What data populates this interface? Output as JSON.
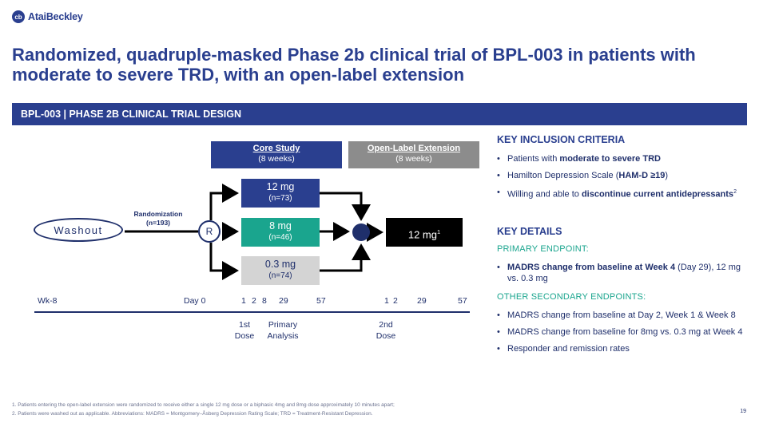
{
  "logo": {
    "mark": "cb",
    "name": "AtaiBeckley"
  },
  "title": "Randomized, quadruple-masked Phase 2b clinical trial of BPL-003 in patients with moderate to severe TRD, with an open-label extension",
  "banner": "BPL-003 | PHASE 2B CLINICAL TRIAL DESIGN",
  "diagram": {
    "core_study": {
      "title": "Core Study",
      "duration": "(8 weeks)"
    },
    "ole": {
      "title": "Open-Label Extension",
      "duration": "(8 weeks)"
    },
    "washout": "Washout",
    "randomization": {
      "label": "Randomization",
      "n": "(n=193)",
      "node": "R"
    },
    "arms": [
      {
        "dose": "12 mg",
        "n": "(n=73)"
      },
      {
        "dose": "8 mg",
        "n": "(n=46)"
      },
      {
        "dose": "0.3 mg",
        "n": "(n=74)"
      }
    ],
    "ole_dose": "12 mg",
    "ole_dose_footnote": "1",
    "timeline": {
      "wk": "Wk-8",
      "day0": "Day 0",
      "core": [
        "1",
        "2",
        "8",
        "29",
        "57"
      ],
      "ole": [
        "1",
        "2",
        "29",
        "57"
      ]
    },
    "events": {
      "first_dose": [
        "1st",
        "Dose"
      ],
      "primary": [
        "Primary",
        "Analysis"
      ],
      "second_dose": [
        "2nd",
        "Dose"
      ]
    }
  },
  "inclusion": {
    "heading": "KEY INCLUSION CRITERIA",
    "items": [
      {
        "pre": "Patients with ",
        "bold": "moderate to severe TRD",
        "post": ""
      },
      {
        "pre": "Hamilton Depression Scale (",
        "bold": "HAM-D ≥19",
        "post": ")"
      },
      {
        "pre": "Willing and able to ",
        "bold": "discontinue current antidepressants",
        "post": "",
        "sup": "2"
      }
    ]
  },
  "details": {
    "heading": "KEY DETAILS",
    "primary_label": "PRIMARY ENDPOINT:",
    "primary_item": {
      "bold": "MADRS change from baseline at Week 4",
      "post": " (Day 29), 12 mg vs. 0.3 mg"
    },
    "secondary_label": "OTHER SECONDARY ENDPOINTS:",
    "secondary_items": [
      "MADRS change from baseline at Day 2, Week 1 & Week 8",
      "MADRS change from baseline for 8mg vs. 0.3 mg at Week 4",
      "Responder and remission rates"
    ]
  },
  "footnotes": [
    "1. Patients entering the open-label extension were randomized to receive either a single 12 mg dose or a biphasic 4mg and 8mg dose approximately 10 minutes apart;",
    "2. Patients were washed out as applicable. Abbreviations: MADRS = Montgomery–Åsberg Depression Rating Scale; TRD = Treatment-Resistant Depression."
  ],
  "page_number": "19",
  "colors": {
    "navy": "#2a3f8f",
    "teal": "#1aa58e",
    "gray": "#8c8c8c",
    "light_gray": "#d4d4d4"
  }
}
